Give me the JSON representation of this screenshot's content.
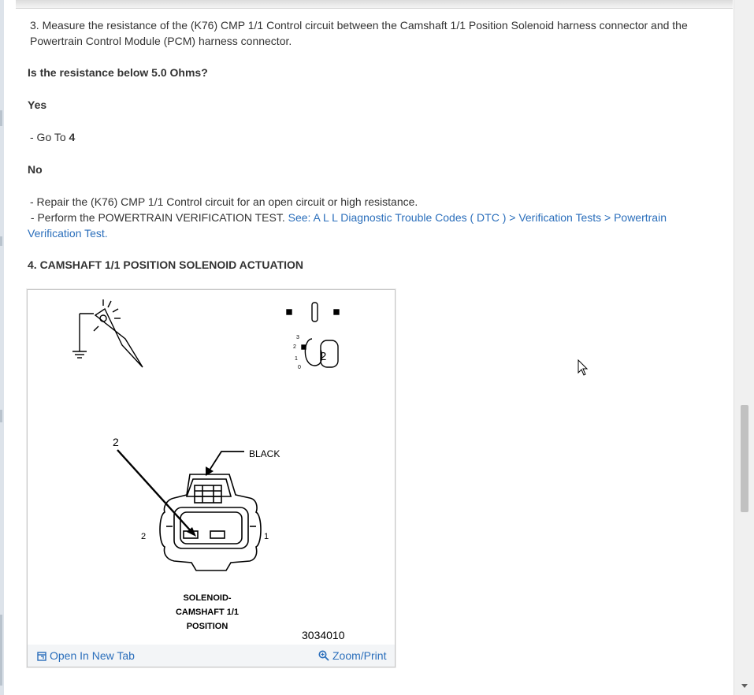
{
  "step3": {
    "instruction": "3. Measure the resistance of the (K76) CMP 1/1 Control circuit between the Camshaft 1/1 Position Solenoid harness connector and the Powertrain Control Module (PCM) harness connector.",
    "question": "Is the resistance below 5.0 Ohms?",
    "yes_label": "Yes",
    "yes_action_prefix": "-  Go To ",
    "yes_action_target": "4",
    "no_label": "No",
    "no_action_1": "-  Repair the (K76) CMP 1/1 Control circuit for an open circuit or high resistance.",
    "no_action_2_prefix": "-  Perform the POWERTRAIN VERIFICATION TEST. ",
    "no_action_2_link": "See: A L L Diagnostic Trouble Codes ( DTC ) > Verification Tests > Powertrain Verification Test."
  },
  "step4": {
    "heading": "4. CAMSHAFT 1/1 POSITION SOLENOID ACTUATION"
  },
  "figure": {
    "callout_number": "2",
    "connector_color_label": "BLACK",
    "pin_left_label": "2",
    "pin_right_label": "1",
    "caption_line1": "SOLENOID-",
    "caption_line2": "CAMSHAFT 1/1",
    "caption_line3": "POSITION",
    "figure_id": "3034010",
    "key_number": "2",
    "key_positions": [
      "3",
      "2",
      "1",
      "0"
    ],
    "open_new_tab_label": "Open In New Tab",
    "zoom_print_label": "Zoom/Print"
  },
  "colors": {
    "link": "#2a6ebb",
    "text": "#333333",
    "figure_bar": "#f3f5f7"
  }
}
